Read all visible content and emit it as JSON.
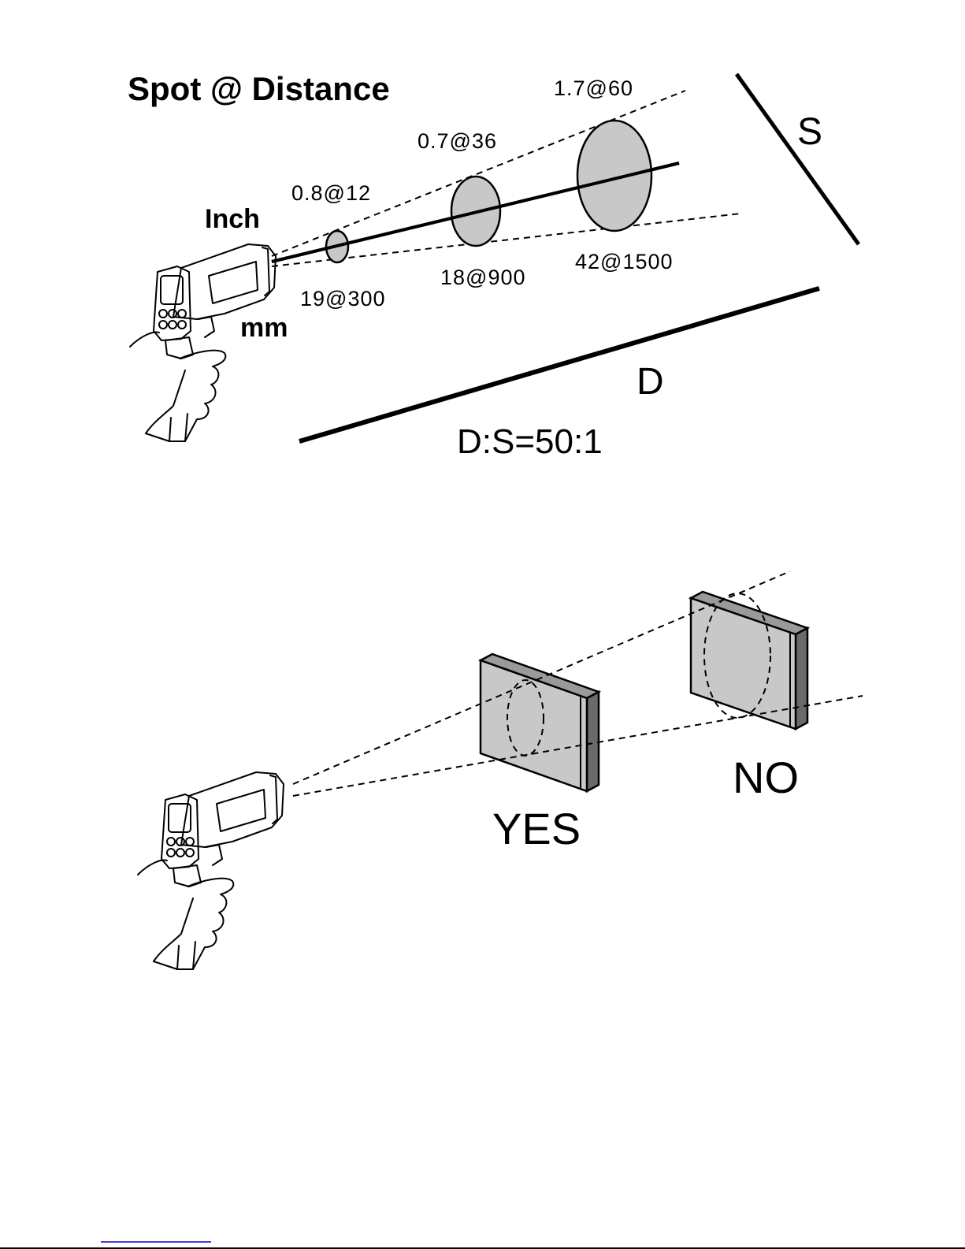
{
  "top_diagram": {
    "title": "Spot @ Distance",
    "unit_inch": "Inch",
    "unit_mm": "mm",
    "label_s": "S",
    "label_d": "D",
    "ratio": "D:S=50:1",
    "inch_labels": [
      "0.8@12",
      "0.7@36",
      "1.7@60"
    ],
    "mm_labels": [
      "19@300",
      "18@900",
      "42@1500"
    ]
  },
  "bottom_diagram": {
    "yes_label": "YES",
    "no_label": "NO"
  },
  "colors": {
    "spot_fill": "#c8c8c8",
    "line": "#000000",
    "footer_rule": "#0000cc"
  }
}
